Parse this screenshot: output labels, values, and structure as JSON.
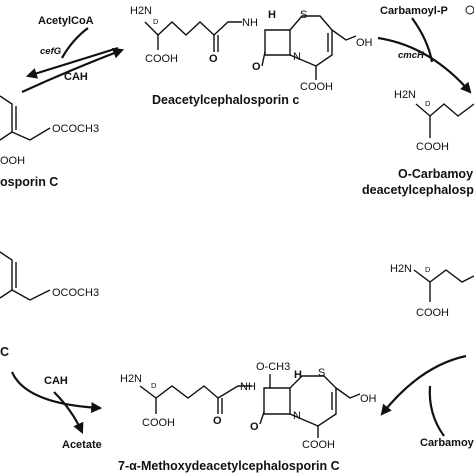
{
  "structures": {
    "top_center": {
      "name": "Deacetylcephalosporin c",
      "atoms": {
        "h2n": "H2N",
        "d": "D",
        "cooh": "COOH",
        "nh": "NH",
        "h": "H",
        "s": "S",
        "o": "O",
        "n": "N",
        "oh": "OH",
        "cooh2": "COOH"
      }
    },
    "top_left": {
      "name": "osporin C",
      "atoms": {
        "group": "OCOCH3",
        "cooh": "OOH"
      }
    },
    "right_upper": {
      "name_line1": "O-Carbamoy",
      "name_line2": "deacetylcephalosp",
      "atoms": {
        "h2n": "H2N",
        "d": "D",
        "cooh": "COOH"
      }
    },
    "left_lower": {
      "atoms": {
        "group": "OCOCH3",
        "c": "C"
      }
    },
    "right_lower": {
      "atoms": {
        "h2n": "H2N",
        "d": "D",
        "cooh": "COOH"
      }
    },
    "bottom_center": {
      "name": "7-α-Methoxydeacetylcephalosporin C",
      "atoms": {
        "h2n": "H2N",
        "d": "D",
        "cooh": "COOH",
        "nh": "NH",
        "och3": "O-CH3",
        "h": "H",
        "s": "S",
        "o": "O",
        "n": "N",
        "oh": "OH",
        "cooh2": "COOH"
      }
    }
  },
  "reactions": {
    "acetylcoa_label": "AcetylCoA",
    "cefg_label": "cefG",
    "cah_top_label": "CAH",
    "carbamoyl_p_label": "Carbamoyl-P",
    "cmch_label": "cmcH",
    "cah_bottom_label": "CAH",
    "acetate_label": "Acetate",
    "carbamoyl_bottom_label": "Carbamoy"
  }
}
